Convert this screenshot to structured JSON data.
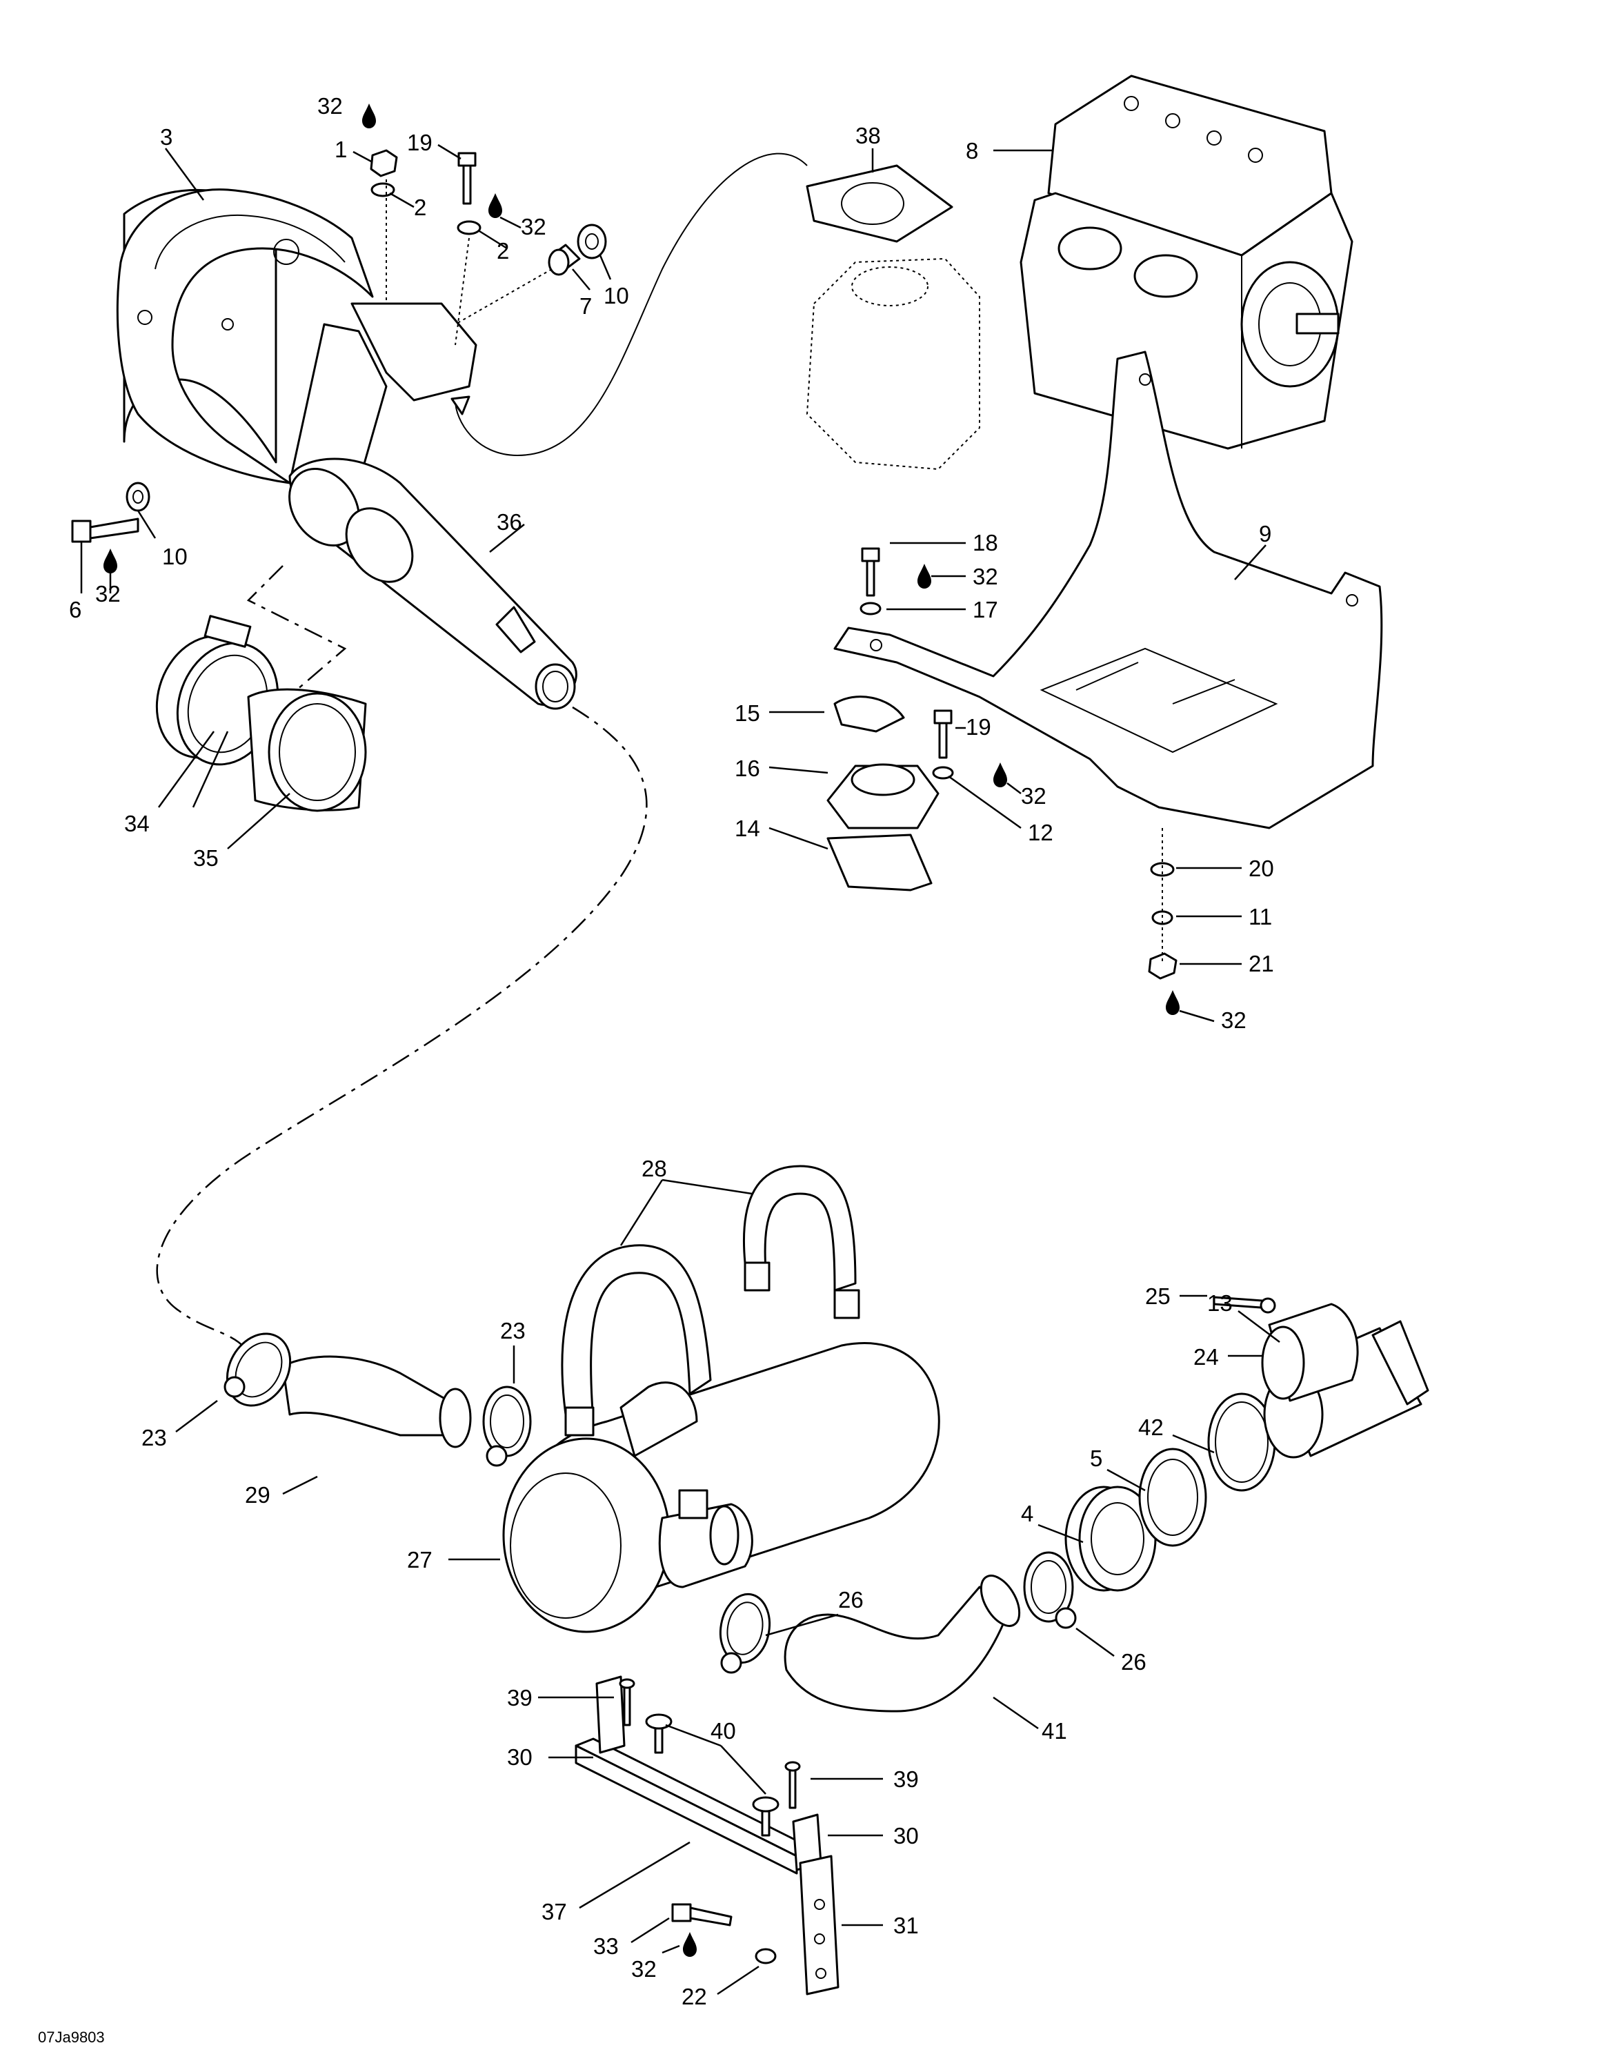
{
  "reference_code": "07Ja9803",
  "callouts": [
    {
      "id": "c32a",
      "label": "32"
    },
    {
      "id": "c1",
      "label": "1"
    },
    {
      "id": "c2a",
      "label": "2"
    },
    {
      "id": "c19a",
      "label": "19"
    },
    {
      "id": "c32b",
      "label": "32"
    },
    {
      "id": "c2b",
      "label": "2"
    },
    {
      "id": "c7",
      "label": "7"
    },
    {
      "id": "c10a",
      "label": "10"
    },
    {
      "id": "c3",
      "label": "3"
    },
    {
      "id": "c38",
      "label": "38"
    },
    {
      "id": "c8",
      "label": "8"
    },
    {
      "id": "c10b",
      "label": "10"
    },
    {
      "id": "c6",
      "label": "6"
    },
    {
      "id": "c32c",
      "label": "32"
    },
    {
      "id": "c36",
      "label": "36"
    },
    {
      "id": "c34",
      "label": "34"
    },
    {
      "id": "c35",
      "label": "35"
    },
    {
      "id": "c9",
      "label": "9"
    },
    {
      "id": "c18",
      "label": "18"
    },
    {
      "id": "c32d",
      "label": "32"
    },
    {
      "id": "c17",
      "label": "17"
    },
    {
      "id": "c15",
      "label": "15"
    },
    {
      "id": "c19b",
      "label": "19"
    },
    {
      "id": "c16",
      "label": "16"
    },
    {
      "id": "c32e",
      "label": "32"
    },
    {
      "id": "c12",
      "label": "12"
    },
    {
      "id": "c14",
      "label": "14"
    },
    {
      "id": "c20",
      "label": "20"
    },
    {
      "id": "c11",
      "label": "11"
    },
    {
      "id": "c21",
      "label": "21"
    },
    {
      "id": "c32f",
      "label": "32"
    },
    {
      "id": "c28",
      "label": "28"
    },
    {
      "id": "c25",
      "label": "25"
    },
    {
      "id": "c23a",
      "label": "23"
    },
    {
      "id": "c24",
      "label": "24"
    },
    {
      "id": "c13",
      "label": "13"
    },
    {
      "id": "c23b",
      "label": "23"
    },
    {
      "id": "c42",
      "label": "42"
    },
    {
      "id": "c5",
      "label": "5"
    },
    {
      "id": "c29",
      "label": "29"
    },
    {
      "id": "c4",
      "label": "4"
    },
    {
      "id": "c27",
      "label": "27"
    },
    {
      "id": "c26a",
      "label": "26"
    },
    {
      "id": "c26b",
      "label": "26"
    },
    {
      "id": "c39a",
      "label": "39"
    },
    {
      "id": "c40",
      "label": "40"
    },
    {
      "id": "c41",
      "label": "41"
    },
    {
      "id": "c30a",
      "label": "30"
    },
    {
      "id": "c39b",
      "label": "39"
    },
    {
      "id": "c30b",
      "label": "30"
    },
    {
      "id": "c37",
      "label": "37"
    },
    {
      "id": "c31",
      "label": "31"
    },
    {
      "id": "c33",
      "label": "33"
    },
    {
      "id": "c32g",
      "label": "32"
    },
    {
      "id": "c22",
      "label": "22"
    }
  ]
}
